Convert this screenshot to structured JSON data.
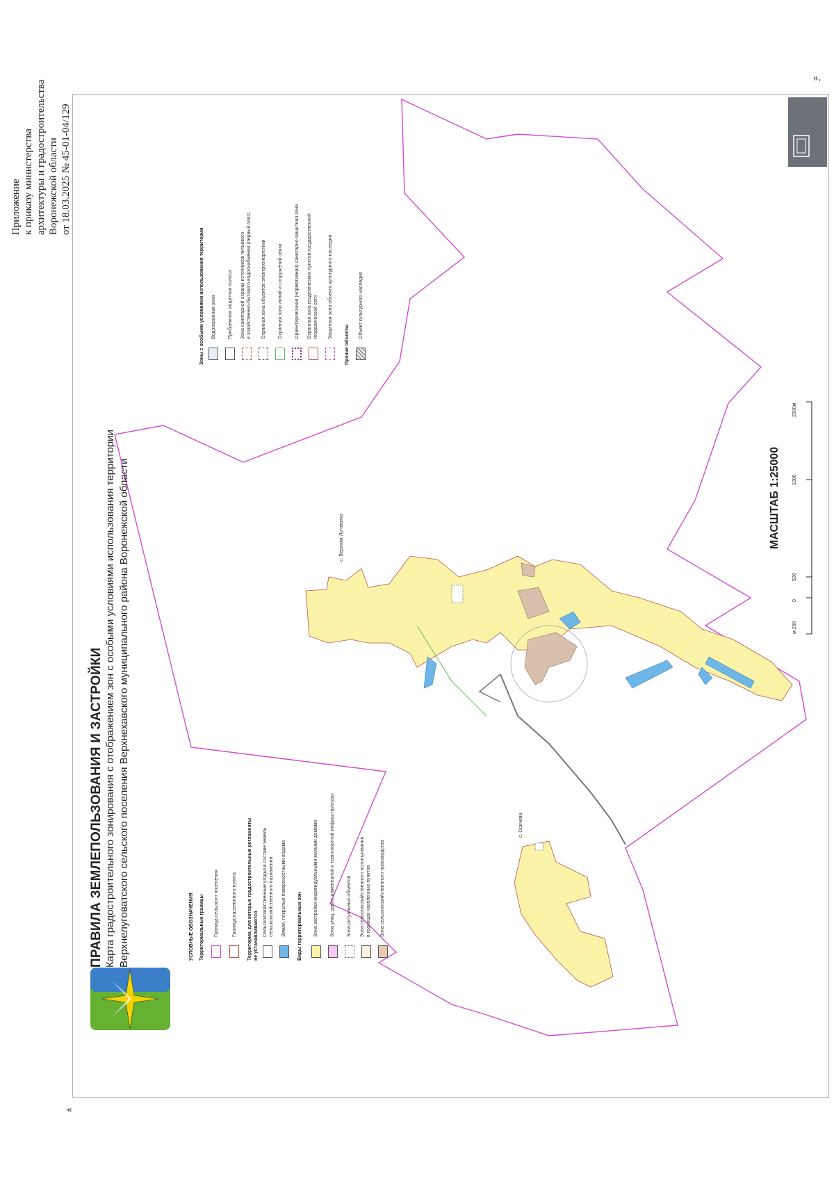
{
  "appendix": {
    "line1": "Приложение",
    "line2": "к приказу министерства",
    "line3": "архитектуры и градостроительства",
    "line4": "Воронежской области",
    "line5": "от 18.03.2025 № 45-01-04/129"
  },
  "quotes": {
    "open": "«",
    "close": "»."
  },
  "title": {
    "main": "ПРАВИЛА ЗЕМЛЕПОЛЬЗОВАНИЯ И ЗАСТРОЙКИ",
    "sub1": "Карта градостроительного зонирования с отображением зон с особыми условиями использования территории",
    "sub2": "Верхнелуговатского сельского поселения Верхнехавского муниципального района Воронежской области"
  },
  "legend_left": {
    "heading": "УСЛОВНЫЕ ОБОЗНАЧЕНИЯ",
    "group1": "Территориальные границы",
    "items1": [
      {
        "label": "Граница сельского поселения",
        "color": "#d24bd2"
      },
      {
        "label": "Граница населенного пункта",
        "color": "#c0504d"
      }
    ],
    "group2a": "Территории, для которых градостроительные регламенты",
    "group2b": "не устанавливаются",
    "items2": [
      {
        "label": "Сельскохозяйственные угодья в составе земель",
        "label2": "сельскохозяйственного назначения",
        "color": "#ffffff"
      },
      {
        "label": "Земли, покрытые поверхностными водами",
        "color": "#6fb6e8"
      }
    ],
    "group3": "Виды территориальных зон",
    "items3": [
      {
        "label": "Зона застройки индивидуальными жилыми домами",
        "color": "#fbf4a8"
      },
      {
        "label": "Зона улиц, дорог, инженерной и транспортной инфраструктуры",
        "color": "#f6c8f2"
      },
      {
        "label": "Зона ритуальных объектов",
        "color": "#ffffff"
      },
      {
        "label": "Зона сельскохозяйственного использования",
        "label2": "в границах населенных пунктов",
        "color": "#fdf1e0"
      },
      {
        "label": "Зона сельскохозяйственного производства",
        "color": "#e9c9b0"
      }
    ]
  },
  "legend_right": {
    "heading": "Зоны с особыми условиями использования территории",
    "items": [
      {
        "label": "Водоохранная зона",
        "color": "#e8eef5"
      },
      {
        "label": "Прибрежная защитная полоса",
        "color": "#ffffff"
      },
      {
        "label": "Зона санитарной охраны источников питьевого",
        "label2": "и хозяйственно-бытового водоснабжения (первый пояс)",
        "color": "#ffffff"
      },
      {
        "label": "Охранная зона объектов электроэнергетики",
        "color": "#ffffff"
      },
      {
        "label": "Охранная зона линий и сооружений связи",
        "color": "#ffffff"
      },
      {
        "label": "Ориентировочная (нормативная) санитарно-защитная зона",
        "color": "#ffffff"
      },
      {
        "label": "Охранная зона геодезических пунктов государственной",
        "label2": "геодезической сети",
        "color": "#ffffff"
      },
      {
        "label": "Защитная зона объекта культурного наследия",
        "color": "#ffffff"
      }
    ],
    "other_heading": "Прочие объекты",
    "other_item": "Объект культурного наследия"
  },
  "map": {
    "village1": "с. Верхняя Луговатка",
    "village2": "с. Осичева"
  },
  "scale": {
    "label": "МАСШТАБ 1:25000",
    "ticks": [
      "м 250",
      "0",
      "500",
      "1000",
      "2500м"
    ]
  }
}
